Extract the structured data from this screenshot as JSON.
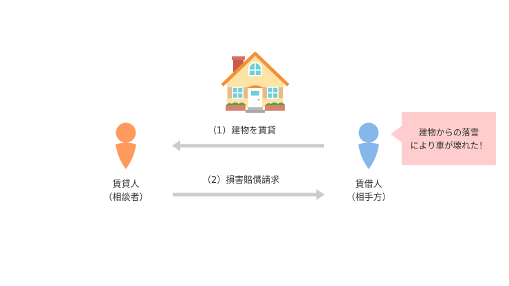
{
  "diagram": {
    "house": {
      "icon": "house-icon"
    },
    "left_person": {
      "icon": "person-icon",
      "color": "#ff9a5e",
      "role": "賃貸人",
      "note": "（相談者）"
    },
    "right_person": {
      "icon": "person-icon",
      "color": "#85b7ea",
      "role": "賃借人",
      "note": "（相手方）"
    },
    "arrows": [
      {
        "label": "（1）建物を賃貸",
        "direction": "left",
        "color": "#cccccc"
      },
      {
        "label": "（2）損害賠償請求",
        "direction": "right",
        "color": "#cccccc"
      }
    ],
    "speech_bubble": {
      "color": "#ffcdcd",
      "line1": "建物からの落雪",
      "line2": "により車が壊れた！"
    }
  }
}
